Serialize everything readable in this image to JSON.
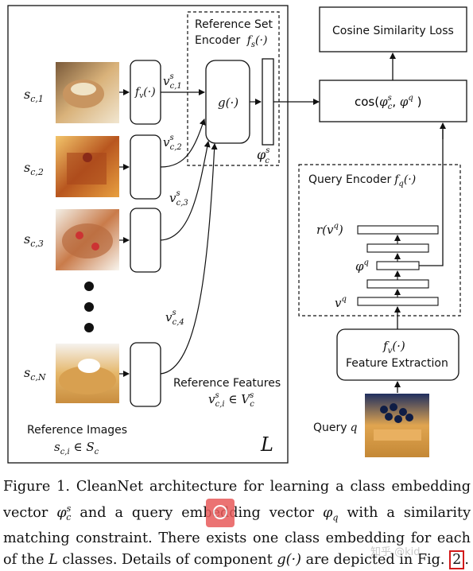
{
  "diagram": {
    "reference_set_encoder_line1": "Reference Set",
    "reference_set_encoder_line2": "Encoder",
    "reference_set_encoder_fn": "f",
    "reference_set_encoder_sub": "s",
    "reference_set_encoder_arg": "(·)",
    "g_func": "g(·)",
    "phi_c": "φ",
    "phi_c_sup": "s",
    "phi_c_sub": "c",
    "fv_func": "f",
    "fv_sub": "v",
    "fv_arg": "(·)",
    "s_labels": [
      "s",
      "s",
      "s",
      "s"
    ],
    "s_subs": [
      "c,1",
      "c,2",
      "c,3",
      "c,N"
    ],
    "v_labels": [
      "v",
      "v",
      "v",
      "v"
    ],
    "v_sups": [
      "s",
      "s",
      "s",
      "s"
    ],
    "v_subs": [
      "c,1",
      "c,2",
      "c,3",
      "c,4"
    ],
    "reference_features_label": "Reference Features",
    "reference_features_math": "v",
    "reference_features_sup": "s",
    "reference_features_sub": "c,i",
    "reference_features_in": " ∈ V",
    "reference_features_Vsup": "s",
    "reference_features_Vsub": "c",
    "reference_images_label": "Reference Images",
    "reference_images_math": "s",
    "reference_images_sub": "c,i",
    "reference_images_in": " ∈ S",
    "reference_images_Ssub": "c",
    "L_label": "L",
    "cosine_loss_label": "Cosine Similarity Loss",
    "cos_expr_pre": "cos(",
    "cos_phi": "φ",
    "cos_phi_sup": "s",
    "cos_phi_sub": "c",
    "cos_mid": ", ",
    "cos_phi2": "φ",
    "cos_phi2_sup": "q",
    "cos_post": " )",
    "query_encoder_label": "Query Encoder",
    "query_encoder_fn": "f",
    "query_encoder_sub": "q",
    "query_encoder_arg": "(·)",
    "r_vq": "r(v",
    "r_vq_sup": "q",
    "r_vq_close": ")",
    "phi_q": "φ",
    "phi_q_sup": "q",
    "v_q": "v",
    "v_q_sup": "q",
    "fe_fn": "f",
    "fe_sub": "v",
    "fe_arg": "(·)",
    "feature_extraction_label": "Feature Extraction",
    "query_label": "Query",
    "query_var": "q"
  },
  "caption": {
    "figure_label": "Figure 1.",
    "text_part1": " CleanNet architecture for learning a class embedding vector ",
    "phi_c": "φ",
    "phi_c_sup": "s",
    "phi_c_sub": "c",
    "text_part2": " and a query embedding vector ",
    "phi_q": "φ",
    "phi_q_sub": "q",
    "text_part3": " with a similarity matching constraint.  There exists one class embedding for each of the ",
    "L": "L",
    "text_part4": " classes. Details of component ",
    "g": "g(·)",
    "text_part5": " are depicted in Fig. ",
    "figref": "2",
    "text_part6": "."
  },
  "watermark": "知乎 @kid"
}
